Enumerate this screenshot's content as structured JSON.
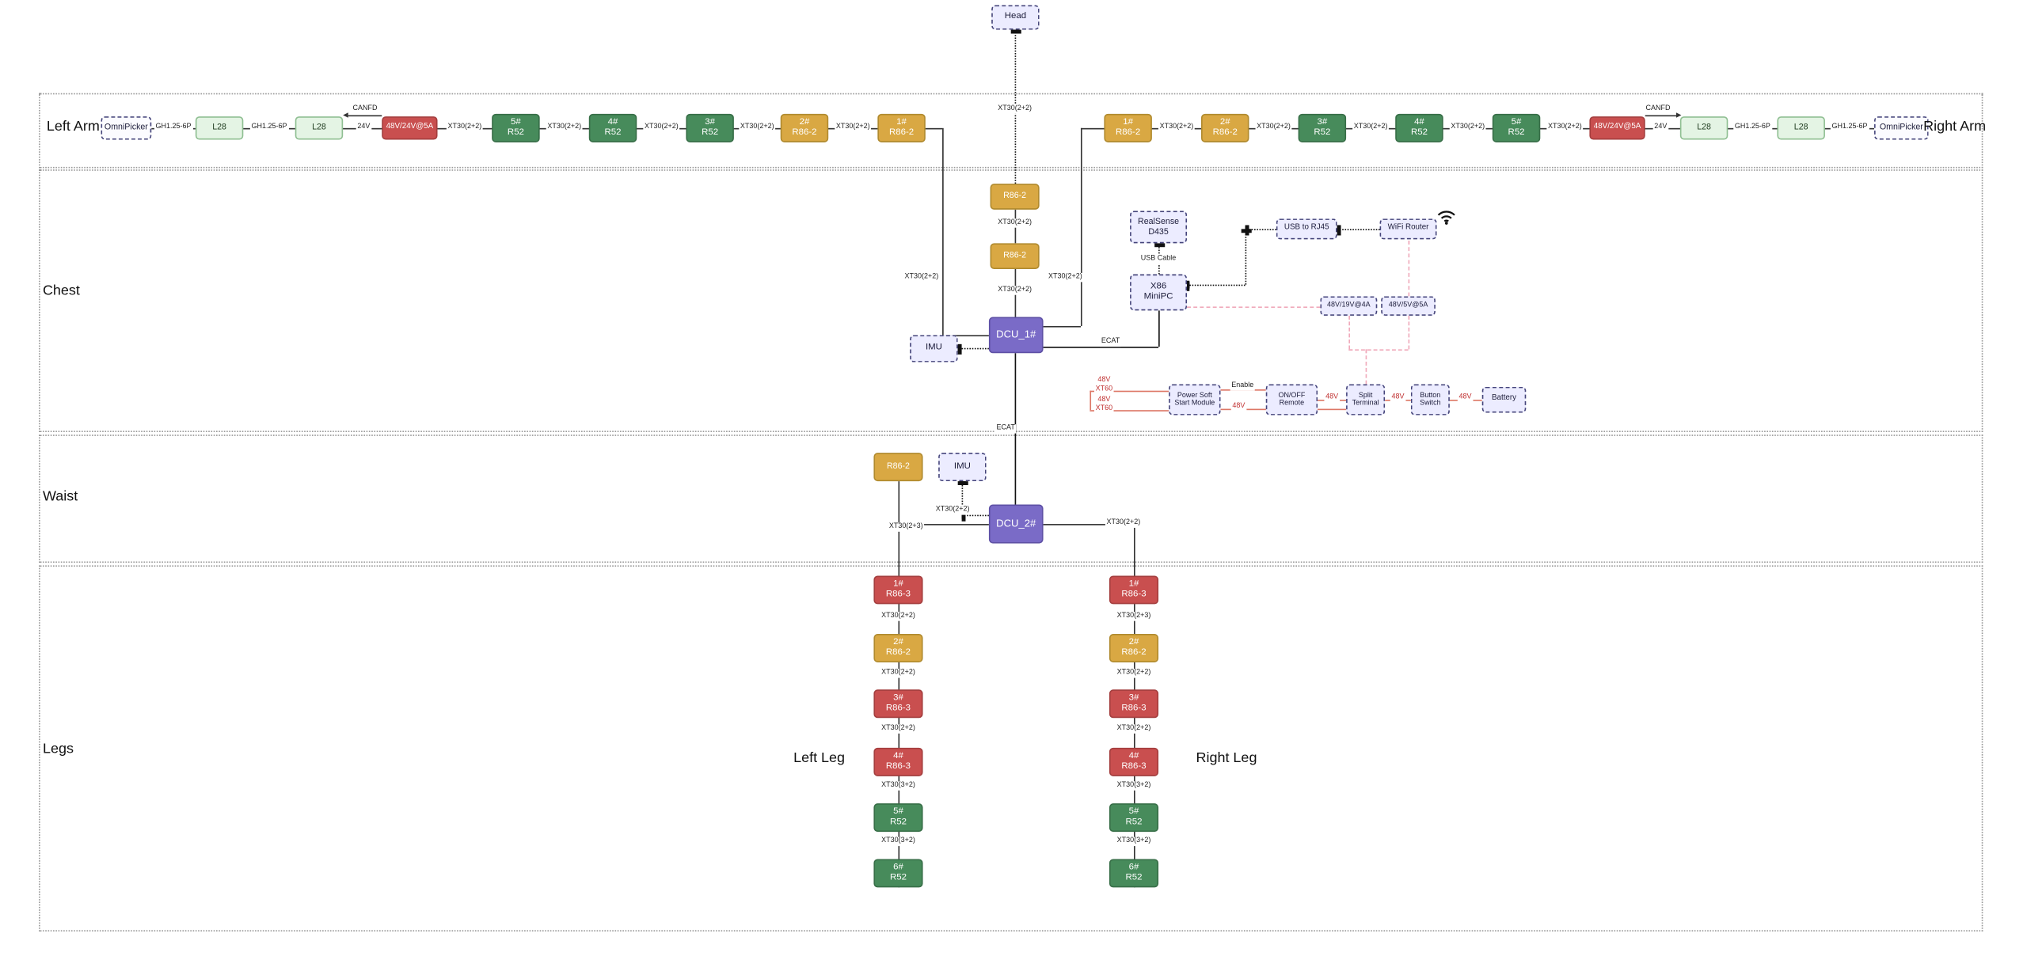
{
  "colors": {
    "motor_gold": "#D9A843",
    "motor_green": "#478B5B",
    "motor_red": "#C94F4F",
    "dcu_purple": "#7A6BC7",
    "module_lavender": "#ECECFF",
    "l28_light_green": "#E4F4E4",
    "power_line_red": "#DD7766",
    "power_dash_pink": "#F0AABB"
  },
  "sections": {
    "left_arm": "Left Arm",
    "right_arm": "Right Arm",
    "chest": "Chest",
    "waist": "Waist",
    "legs": "Legs",
    "left_leg": "Left Leg",
    "right_leg": "Right Leg"
  },
  "head": {
    "label": "Head",
    "edge_label": "XT30(2+2)"
  },
  "left_arm": {
    "nodes": [
      {
        "label": "OmniPicker"
      },
      {
        "label": "L28"
      },
      {
        "label": "L28"
      },
      {
        "label": "48V/24V@5A"
      },
      {
        "label": "5#\nR52"
      },
      {
        "label": "4#\nR52"
      },
      {
        "label": "3#\nR52"
      },
      {
        "label": "2#\nR86-2"
      },
      {
        "label": "1#\nR86-2"
      }
    ],
    "edge_labels": [
      "GH1.25-6P",
      "GH1.25-6P",
      "CANFD",
      "24V",
      "XT30(2+2)",
      "XT30(2+2)",
      "XT30(2+2)",
      "XT30(2+2)",
      "XT30(2+2)",
      "XT30(2+2)"
    ]
  },
  "right_arm": {
    "nodes": [
      {
        "label": "1#\nR86-2"
      },
      {
        "label": "2#\nR86-2"
      },
      {
        "label": "3#\nR52"
      },
      {
        "label": "4#\nR52"
      },
      {
        "label": "5#\nR52"
      },
      {
        "label": "48V/24V@5A"
      },
      {
        "label": "L28"
      },
      {
        "label": "L28"
      },
      {
        "label": "OmniPicker"
      }
    ],
    "edge_labels": [
      "XT30(2+2)",
      "XT30(2+2)",
      "XT30(2+2)",
      "XT30(2+2)",
      "XT30(2+2)",
      "XT30(2+2)",
      "CANFD",
      "24V",
      "GH1.25-6P",
      "GH1.25-6P"
    ]
  },
  "chest": {
    "r86_top": "R86-2",
    "xt_1": "XT30(2+2)",
    "r86_mid": "R86-2",
    "xt_2": "XT30(2+2)",
    "dcu1": "DCU_1#",
    "imu": "IMU",
    "realsense": "RealSense\nD435",
    "usb_cable": "USB Cable",
    "minipc": "X86\nMiniPC",
    "usb_rj45": "USB to RJ45",
    "wifi_router": "WiFi Router",
    "conv19": "48V/19V@4A",
    "conv5": "48V/5V@5A",
    "ecat_pc": "ECAT",
    "ecat_bus": "ECAT",
    "power": {
      "stub1": "48V\nXT60",
      "stub2": "48V\nXT60",
      "pssm": "Power Soft\nStart Module",
      "enable": "Enable",
      "onoff": "ON/OFF\nRemote",
      "v48_1": "48V",
      "v48_2": "48V",
      "v48_3": "48V",
      "v48_4": "48V",
      "split": "Split\nTerminal",
      "button": "Button\nSwitch",
      "battery": "Battery"
    }
  },
  "waist": {
    "r86": "R86-2",
    "imu": "IMU",
    "dcu2": "DCU_2#",
    "xt_in": "XT30(2+2)",
    "xt_left": "XT30(2+3)",
    "xt_right": "XT30(2+2)"
  },
  "legs": {
    "left": {
      "nodes": [
        "1#\nR86-3",
        "2#\nR86-2",
        "3#\nR86-3",
        "4#\nR86-3",
        "5#\nR52",
        "6#\nR52"
      ],
      "edge_labels": [
        "XT30(2+2)",
        "XT30(2+2)",
        "XT30(2+2)",
        "XT30(3+2)",
        "XT30(3+2)"
      ]
    },
    "right": {
      "nodes": [
        "1#\nR86-3",
        "2#\nR86-2",
        "3#\nR86-3",
        "4#\nR86-3",
        "5#\nR52",
        "6#\nR52"
      ],
      "edge_labels": [
        "XT30(2+3)",
        "XT30(2+2)",
        "XT30(2+2)",
        "XT30(3+2)",
        "XT30(3+2)"
      ]
    }
  }
}
